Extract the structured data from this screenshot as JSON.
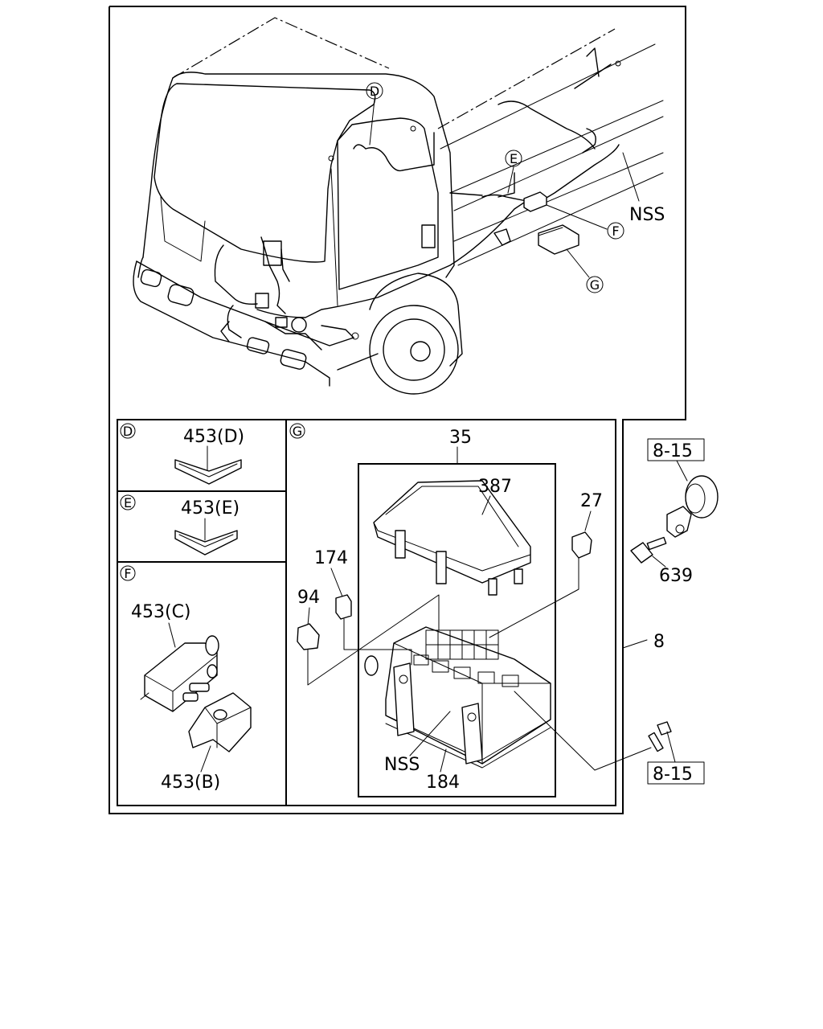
{
  "callouts": {
    "d": "D",
    "e": "E",
    "f": "F",
    "g": "G"
  },
  "labels": {
    "nss_truck": "NSS",
    "p453d": "453(D)",
    "p453e": "453(E)",
    "p453c": "453(C)",
    "p453b": "453(B)",
    "p35": "35",
    "p387": "387",
    "p27": "27",
    "p174": "174",
    "p94": "94",
    "nss_box": "NSS",
    "p184": "184",
    "ref_top": "8-15",
    "p639": "639",
    "p8": "8",
    "ref_bottom": "8-15"
  }
}
